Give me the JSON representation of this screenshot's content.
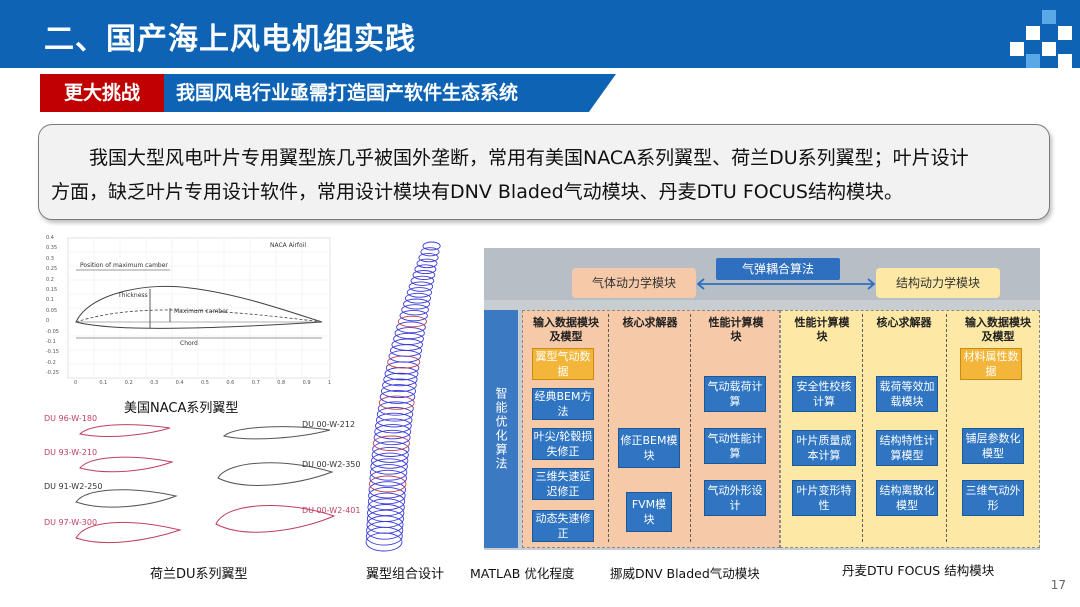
{
  "header": {
    "title": "二、国产海上风电机组实践"
  },
  "subtitle": {
    "tag": "更大挑战",
    "text": "我国风电行业亟需打造国产软件生态系统"
  },
  "intro": {
    "line1": "我国大型风电叶片专用翼型族几乎被国外垄断，常用有美国NACA系列翼型、荷兰DU系列翼型；叶片设计",
    "line2": "方面，缺乏叶片专用设计软件，常用设计模块有DNV Bladed气动模块、丹麦DTU FOCUS结构模块。"
  },
  "naca_figure": {
    "title": "NACA Airfoil",
    "labels": {
      "pos_max_camber": "Position of maximum camber",
      "thickness": "Thickness",
      "max_camber": "Maximum camber",
      "chord": "Chord"
    },
    "y_ticks": [
      "0.4",
      "0.35",
      "0.3",
      "0.25",
      "0.2",
      "0.15",
      "0.1",
      "0.05",
      "0",
      "-0.05",
      "-0.1",
      "-0.15",
      "-0.2",
      "-0.25"
    ],
    "x_ticks": [
      "0",
      "0.1",
      "0.2",
      "0.3",
      "0.4",
      "0.5",
      "0.6",
      "0.7",
      "0.8",
      "0.9",
      "1"
    ],
    "caption": "美国NACA系列翼型"
  },
  "du_figure": {
    "left": [
      "DU 96-W-180",
      "DU 93-W-210",
      "DU 91-W2-250",
      "DU 97-W-300"
    ],
    "right": [
      "DU 00-W-212",
      "DU 00-W2-350",
      "DU 00-W2-401"
    ],
    "caption": "荷兰DU系列翼型"
  },
  "blade": {
    "caption": "翼型组合设计"
  },
  "diagram": {
    "top_left_module": "气体动力学模块",
    "coupling": "气弹耦合算法",
    "top_right_module": "结构动力学模块",
    "smart_opt": "智能优化算法",
    "left_headers": [
      "输入数据模块及模型",
      "核心求解器",
      "性能计算模块"
    ],
    "right_headers": [
      "性能计算模块",
      "核心求解器",
      "输入数据模块及模型"
    ],
    "input_left": [
      "翼型气动数据",
      "经典BEM方法",
      "叶尖/轮毂损失修正",
      "三维失速延迟修正",
      "动态失速修正"
    ],
    "solver_left": [
      "修正BEM模块",
      "FVM模块"
    ],
    "perf_left": [
      "气动载荷计算",
      "气动性能计算",
      "气动外形设计"
    ],
    "perf_right": [
      "安全性校核计算",
      "叶片质量成本计算",
      "叶片变形特性"
    ],
    "solver_right": [
      "载荷等效加载模块",
      "结构特性计算模型",
      "结构离散化模型"
    ],
    "input_right": [
      "材料属性数据",
      "铺层参数化模型",
      "三维气动外形"
    ]
  },
  "captions": {
    "matlab": "MATLAB 优化程度",
    "dnv": "挪威DNV Bladed气动模块",
    "dtu": "丹麦DTU FOCUS 结构模块"
  },
  "page_number": "17",
  "colors": {
    "brand_blue": "#0e63b5",
    "tag_red": "#c00000"
  }
}
